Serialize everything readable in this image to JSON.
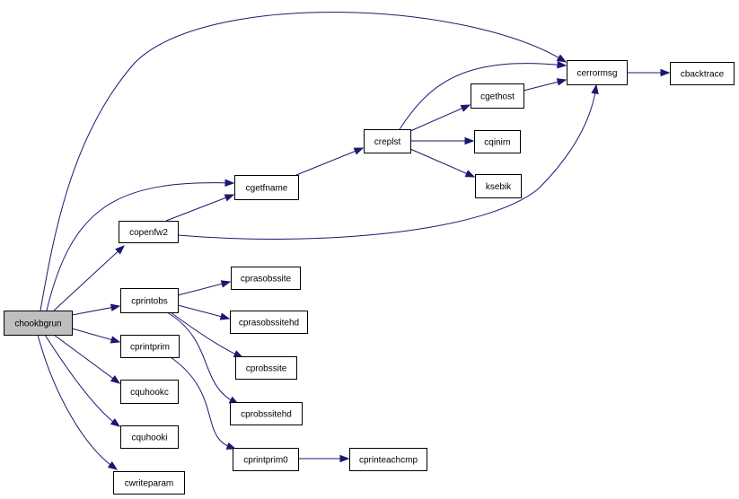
{
  "colors": {
    "edge": "#191970",
    "node_fill": "#ffffff",
    "root_fill": "#bfbfbf",
    "node_border": "#000000"
  },
  "nodes": [
    {
      "id": "chookbgrun",
      "label": "chookbgrun",
      "root": true
    },
    {
      "id": "copenfw2",
      "label": "copenfw2"
    },
    {
      "id": "cgetfname",
      "label": "cgetfname"
    },
    {
      "id": "creplst",
      "label": "creplst"
    },
    {
      "id": "cgethost",
      "label": "cgethost"
    },
    {
      "id": "cerrormsg",
      "label": "cerrormsg"
    },
    {
      "id": "cbacktrace",
      "label": "cbacktrace"
    },
    {
      "id": "cqinirn",
      "label": "cqinirn"
    },
    {
      "id": "ksebik",
      "label": "ksebik"
    },
    {
      "id": "cprintobs",
      "label": "cprintobs"
    },
    {
      "id": "cprasobssite",
      "label": "cprasobssite"
    },
    {
      "id": "cprasobssitehd",
      "label": "cprasobssitehd"
    },
    {
      "id": "cprobssite",
      "label": "cprobssite"
    },
    {
      "id": "cprobssitehd",
      "label": "cprobssitehd"
    },
    {
      "id": "cprintprim",
      "label": "cprintprim"
    },
    {
      "id": "cprintprim0",
      "label": "cprintprim0"
    },
    {
      "id": "cprinteachcmp",
      "label": "cprinteachcmp"
    },
    {
      "id": "cquhookc",
      "label": "cquhookc"
    },
    {
      "id": "cquhooki",
      "label": "cquhooki"
    },
    {
      "id": "cwriteparam",
      "label": "cwriteparam"
    }
  ],
  "edges": [
    {
      "from": "chookbgrun",
      "to": "cerrormsg"
    },
    {
      "from": "chookbgrun",
      "to": "cgetfname"
    },
    {
      "from": "chookbgrun",
      "to": "copenfw2"
    },
    {
      "from": "chookbgrun",
      "to": "cprintobs"
    },
    {
      "from": "chookbgrun",
      "to": "cprintprim"
    },
    {
      "from": "chookbgrun",
      "to": "cquhookc"
    },
    {
      "from": "chookbgrun",
      "to": "cquhooki"
    },
    {
      "from": "chookbgrun",
      "to": "cwriteparam"
    },
    {
      "from": "copenfw2",
      "to": "cgetfname"
    },
    {
      "from": "copenfw2",
      "to": "cerrormsg"
    },
    {
      "from": "cgetfname",
      "to": "creplst"
    },
    {
      "from": "creplst",
      "to": "cerrormsg"
    },
    {
      "from": "creplst",
      "to": "cgethost"
    },
    {
      "from": "creplst",
      "to": "cqinirn"
    },
    {
      "from": "creplst",
      "to": "ksebik"
    },
    {
      "from": "cgethost",
      "to": "cerrormsg"
    },
    {
      "from": "cerrormsg",
      "to": "cbacktrace"
    },
    {
      "from": "cprintobs",
      "to": "cprasobssite"
    },
    {
      "from": "cprintobs",
      "to": "cprasobssitehd"
    },
    {
      "from": "cprintobs",
      "to": "cprobssite"
    },
    {
      "from": "cprintobs",
      "to": "cprobssitehd"
    },
    {
      "from": "cprintprim",
      "to": "cprintprim0"
    },
    {
      "from": "cprintprim0",
      "to": "cprinteachcmp"
    }
  ]
}
